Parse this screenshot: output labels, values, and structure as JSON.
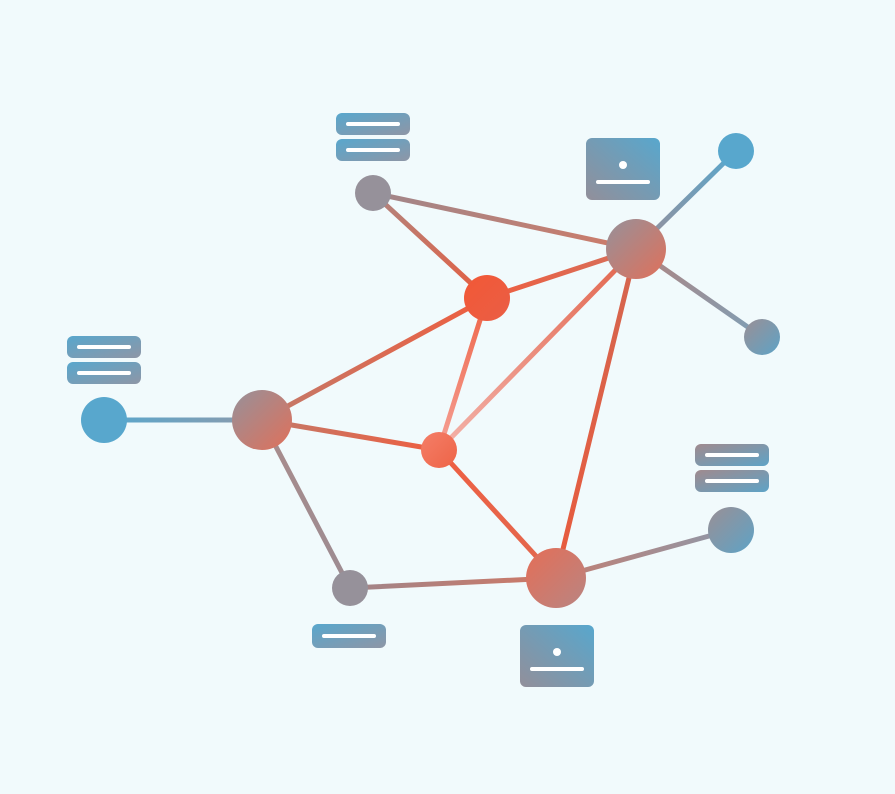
{
  "colors": {
    "background": "#f1fafc",
    "core_orange": "#f05a3c",
    "core_orange_light": "#f47e68",
    "core_pink": "#f0aaa3",
    "peripheral_blue": "#58a7cd",
    "peripheral_gray": "#96919a",
    "icon_white": "#ffffff"
  },
  "diagram": {
    "nodes": [
      {
        "id": "far-left",
        "role": "peripheral",
        "color": "blue",
        "icon": "server-stack-icon"
      },
      {
        "id": "left-hub",
        "role": "hub",
        "color": "gray-to-orange"
      },
      {
        "id": "top-left",
        "role": "peripheral",
        "color": "gray",
        "icon": "server-stack-icon"
      },
      {
        "id": "top-center",
        "role": "core",
        "color": "orange"
      },
      {
        "id": "center",
        "role": "core",
        "color": "orange-light"
      },
      {
        "id": "top-right-hub",
        "role": "hub",
        "color": "gray-to-orange",
        "icon": "monitor-icon"
      },
      {
        "id": "far-top-right",
        "role": "peripheral",
        "color": "blue"
      },
      {
        "id": "right",
        "role": "peripheral",
        "color": "gray-to-blue"
      },
      {
        "id": "bottom-left",
        "role": "peripheral",
        "color": "gray",
        "icon": "server-single-icon"
      },
      {
        "id": "bottom-hub",
        "role": "hub",
        "color": "orange",
        "icon": "monitor-icon"
      },
      {
        "id": "bottom-right",
        "role": "peripheral",
        "color": "blue",
        "icon": "server-stack-icon"
      }
    ],
    "edges": [
      {
        "from": "far-left",
        "to": "left-hub"
      },
      {
        "from": "left-hub",
        "to": "top-center"
      },
      {
        "from": "left-hub",
        "to": "center"
      },
      {
        "from": "left-hub",
        "to": "bottom-left"
      },
      {
        "from": "bottom-left",
        "to": "bottom-hub"
      },
      {
        "from": "top-left",
        "to": "top-center"
      },
      {
        "from": "top-left",
        "to": "top-right-hub"
      },
      {
        "from": "top-center",
        "to": "top-right-hub"
      },
      {
        "from": "top-center",
        "to": "center"
      },
      {
        "from": "center",
        "to": "top-right-hub"
      },
      {
        "from": "center",
        "to": "bottom-hub"
      },
      {
        "from": "top-right-hub",
        "to": "bottom-hub"
      },
      {
        "from": "top-right-hub",
        "to": "far-top-right"
      },
      {
        "from": "top-right-hub",
        "to": "right"
      },
      {
        "from": "bottom-hub",
        "to": "bottom-right"
      }
    ]
  }
}
